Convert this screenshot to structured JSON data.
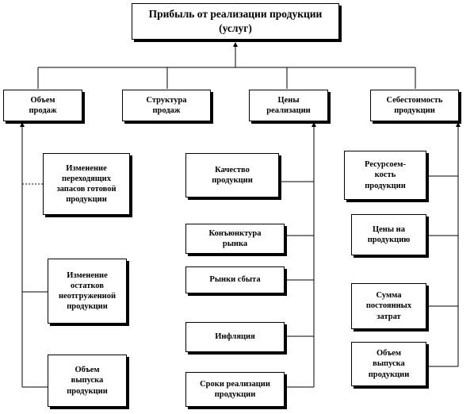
{
  "root": "Прибыль от реализации продукции\n(услуг)",
  "factors": {
    "volume": "Объем\nпродаж",
    "structure": "Структура\nпродаж",
    "prices": "Цены\nреализации",
    "cost": "Себестоимость\nпродукции"
  },
  "volume_items": [
    "Изменение\nпереходящих\nзапасов готовой\nпродукции",
    "Изменение\nостатков\nнеотгруженной\nпродукции",
    "Объем\nвыпуска\nпродукции"
  ],
  "price_items": [
    "Качество\nпродукции",
    "Конъюнктура\nрынка",
    "Рынки сбыта",
    "Инфляция",
    "Сроки реализации\nпродукции"
  ],
  "cost_items": [
    "Ресурсоем-\nкость\nпродукции",
    "Цены на\nпродукцию",
    "Сумма\nпостоянных\nзатрат",
    "Объем\nвыпуска\nпродукции"
  ]
}
